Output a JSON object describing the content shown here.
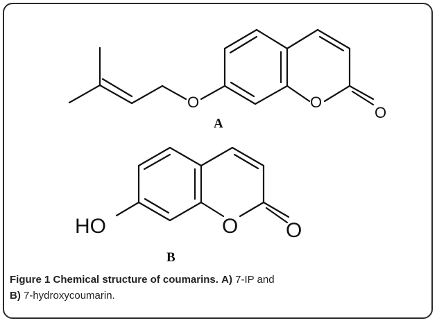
{
  "structure_a": {
    "ether_oxygen": "O",
    "ring_oxygen": "O",
    "carbonyl_oxygen": "O",
    "compound_label": "A"
  },
  "structure_b": {
    "hydroxyl": "HO",
    "ring_oxygen": "O",
    "carbonyl_oxygen": "O",
    "compound_label": "B"
  },
  "caption": {
    "figure_label": "Figure 1",
    "title": "Chemical structure of coumarins.",
    "part_a_label": "A)",
    "part_a_text": "7-IP and",
    "part_b_label": "B)",
    "part_b_text": "7-hydroxycoumarin."
  }
}
